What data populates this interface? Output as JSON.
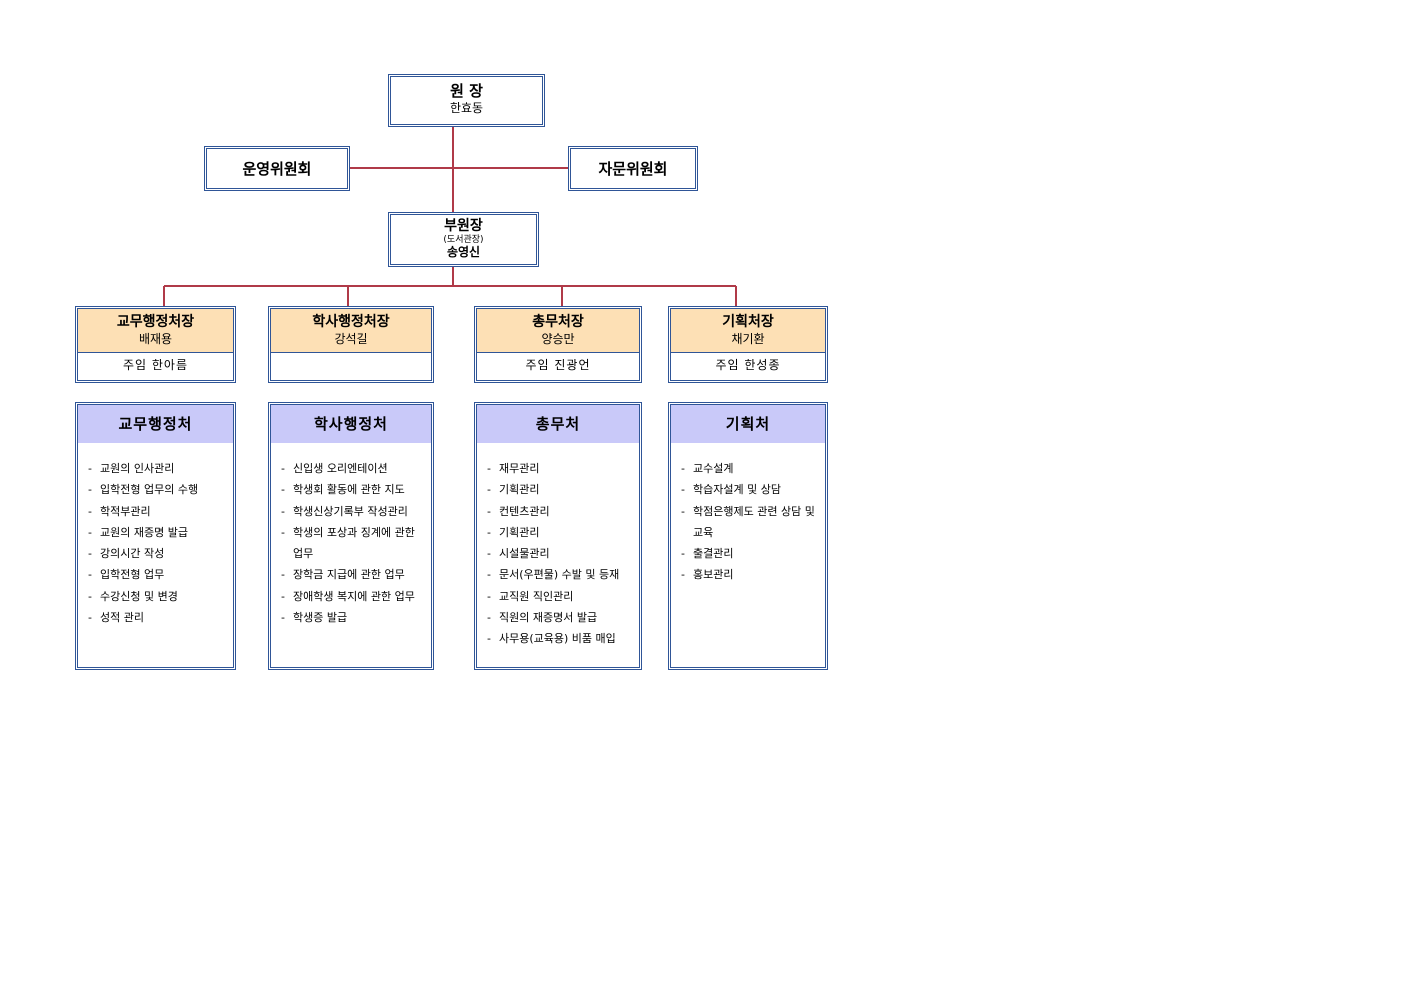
{
  "director": {
    "title": "원 장",
    "name": "한효동"
  },
  "committees": {
    "left": "운영위원회",
    "right": "자문위원회"
  },
  "vice_director": {
    "title": "부원장",
    "sub": "(도서관장)",
    "name": "송영신"
  },
  "heads": [
    {
      "title": "교무행정처장",
      "name": "배재용",
      "staff": "주임  한아름"
    },
    {
      "title": "학사행정처장",
      "name": "강석길",
      "staff": ""
    },
    {
      "title": "총무처장",
      "name": "양승만",
      "staff": "주임  진광언"
    },
    {
      "title": "기획처장",
      "name": "채기환",
      "staff": "주임  한성종"
    }
  ],
  "departments": [
    {
      "name": "교무행정처",
      "tasks": [
        "교원의 인사관리",
        "입학전형 업무의 수행",
        "학적부관리",
        "교원의 재증명 발급",
        "강의시간 작성",
        "입학전형 업무",
        "수강신청 및 변경",
        "성적 관리"
      ]
    },
    {
      "name": "학사행정처",
      "tasks": [
        "신입생 오리엔테이션",
        "학생회 활동에 관한 지도",
        "학생신상기록부 작성관리",
        "학생의 포상과 징계에 관한 업무",
        "장학금 지급에 관한 업무",
        "장애학생 복지에 관한 업무",
        "학생증 발급"
      ]
    },
    {
      "name": "총무처",
      "tasks": [
        "재무관리",
        "기획관리",
        "컨텐츠관리",
        "기획관리",
        "시설물관리",
        "문서(우편물) 수발 및 등재",
        "교직원 직인관리",
        "직원의 재증명서 발급",
        "사무용(교육용) 비품 매입"
      ]
    },
    {
      "name": "기획처",
      "tasks": [
        "교수설계",
        "학습자설계 및 상담",
        "학점은행제도 관련 상담 및 교육",
        "출결관리",
        "홍보관리"
      ]
    }
  ],
  "colors": {
    "connector": "#b03a48",
    "border": "#2f5597",
    "head_fill": "#fde0b5",
    "dept_fill": "#c9c9f9"
  }
}
